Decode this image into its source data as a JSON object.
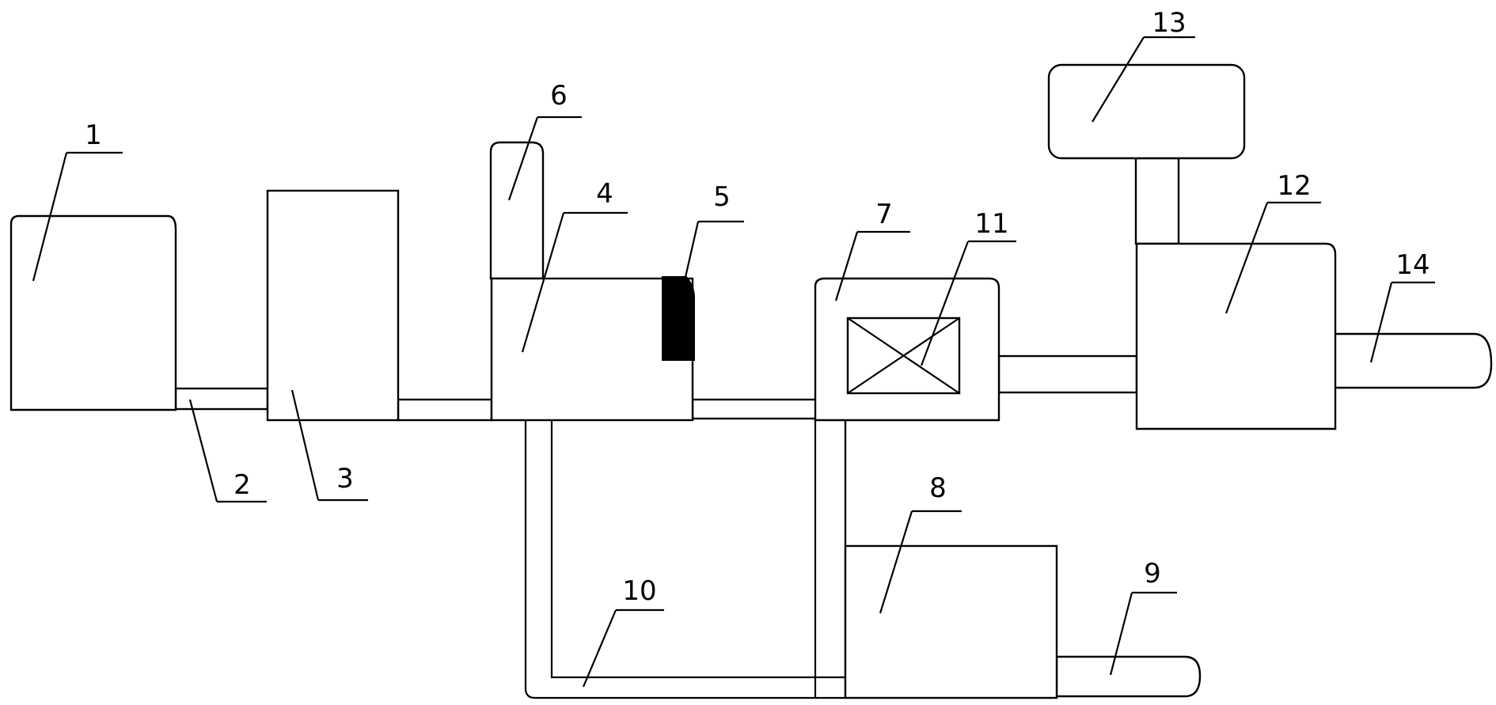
{
  "diagram": {
    "colors": {
      "stroke": "#000000",
      "fill": "#ffffff",
      "component_5": "#000000"
    },
    "labels": {
      "l1": "1",
      "l2": "2",
      "l3": "3",
      "l4": "4",
      "l5": "5",
      "l6": "6",
      "l7": "7",
      "l8": "8",
      "l9": "9",
      "l10": "10",
      "l11": "11",
      "l12": "12",
      "l13": "13",
      "l14": "14"
    }
  }
}
